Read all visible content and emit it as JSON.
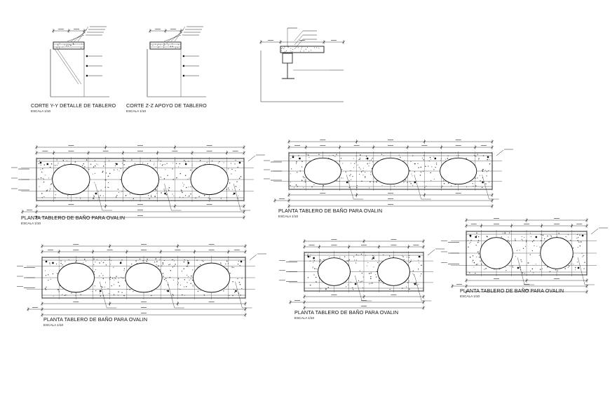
{
  "drawing": {
    "details": [
      {
        "title": "CORTE Y-Y DETALLE DE TABLERO",
        "scale": "ESCALA 1/10"
      },
      {
        "title": "CORTE Z-Z APOYO DE TABLERO",
        "scale": "ESCALA 1/10"
      },
      {
        "title": "",
        "scale": ""
      }
    ],
    "plans": [
      {
        "title": "PLANTA TABLERO DE BAÑO PARA OVALIN",
        "scale": "ESCALA 1/10",
        "basins": 3
      },
      {
        "title": "PLANTA TABLERO DE BAÑO PARA OVALIN",
        "scale": "ESCALA 1/10",
        "basins": 3
      },
      {
        "title": "PLANTA TABLERO DE BAÑO PARA OVALIN",
        "scale": "ESCALA 1/10",
        "basins": 3
      },
      {
        "title": "PLANTA TABLERO DE BAÑO PARA OVALIN",
        "scale": "ESCALA 1/10",
        "basins": 2
      },
      {
        "title": "PLANTA TABLERO DE BAÑO PARA OVALIN",
        "scale": "ESCALA 1/10",
        "basins": 2
      }
    ]
  }
}
